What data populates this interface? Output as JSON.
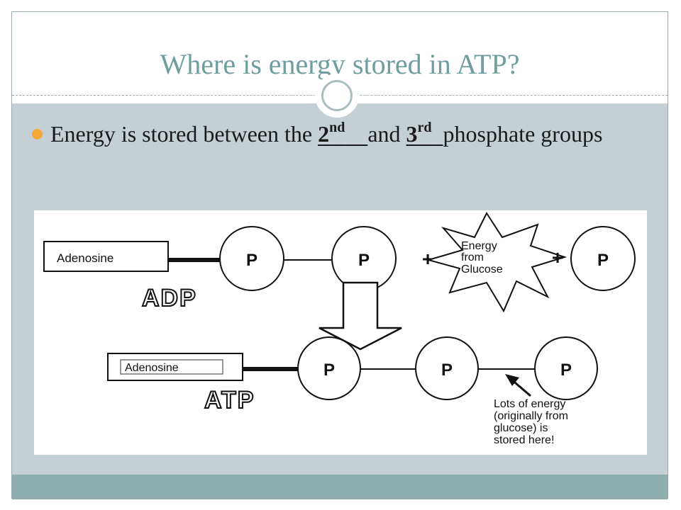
{
  "slide": {
    "title": "Where is energy stored in ATP?",
    "bullet": {
      "text_before": "Energy is stored between the ",
      "blank1_num": "2",
      "blank1_sup": "nd",
      "text_mid": "and ",
      "blank2_num": "3",
      "blank2_sup": "rd",
      "text_after": "phosphate groups"
    }
  },
  "diagram": {
    "adenosine_label": "Adenosine",
    "phosphate_label": "P",
    "plus": "+",
    "energy_lines": [
      "Energy",
      "from",
      "Glucose"
    ],
    "adp_label": "ADP",
    "atp_label": "ATP",
    "annotation_lines": [
      "Lots of energy",
      "(originally from",
      "glucose) is",
      "stored here!"
    ]
  },
  "colors": {
    "title": "#6e9ea0",
    "content_bg": "#c5d0d4",
    "footer": "#8eadad",
    "bullet": "#f4a83c"
  }
}
